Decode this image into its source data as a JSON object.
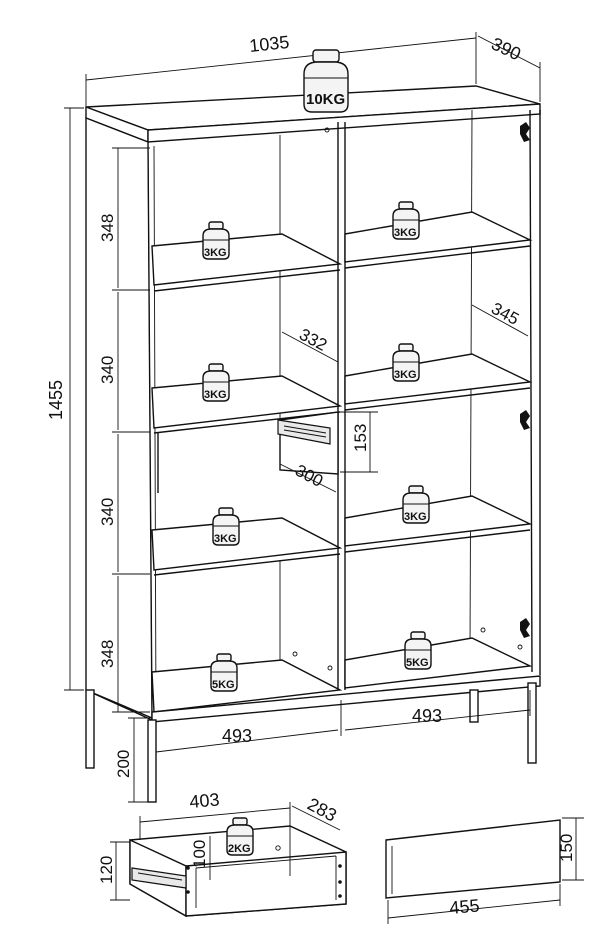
{
  "dimensions": {
    "width": "1035",
    "depth": "390",
    "height": "1455",
    "shelf_1": "348",
    "shelf_2": "340",
    "shelf_3": "340",
    "shelf_4": "348",
    "inner_depth_left": "332",
    "inner_depth_right": "345",
    "drawer_slot_height": "153",
    "drawer_slot_depth": "300",
    "bottom_left_width": "493",
    "bottom_right_width": "493",
    "leg_height": "200",
    "drawer_width": "403",
    "drawer_depth": "283",
    "drawer_outer_height": "120",
    "drawer_inner_height": "100",
    "front_panel_height": "150",
    "front_panel_width": "455"
  },
  "weights": {
    "top": "10KG",
    "shelf_left_1": "3KG",
    "shelf_right_1": "3KG",
    "shelf_left_2": "3KG",
    "shelf_right_2": "3KG",
    "shelf_left_3": "3KG",
    "shelf_right_3": "3KG",
    "bottom_left": "5KG",
    "bottom_right": "5KG",
    "drawer": "2KG"
  }
}
